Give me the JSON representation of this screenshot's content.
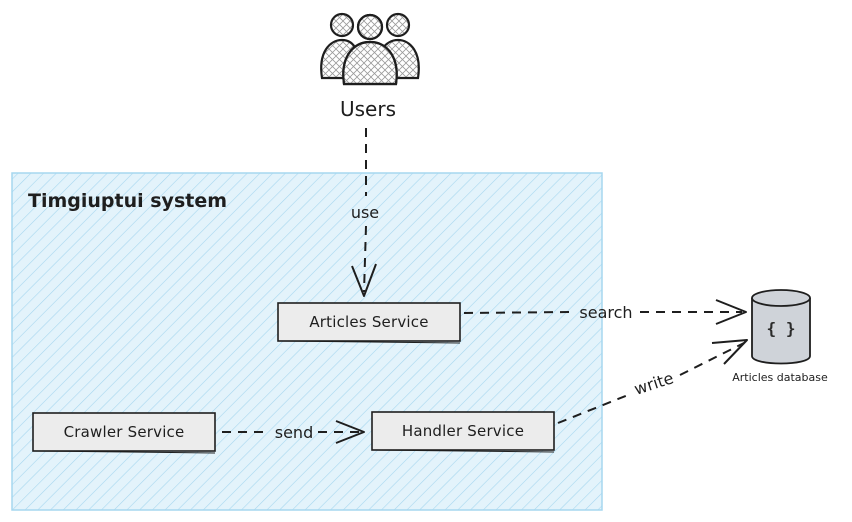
{
  "actor": {
    "label": "Users",
    "icon": "users-icon"
  },
  "boundary": {
    "label": "Timgiuptui system"
  },
  "services": {
    "articles": "Articles Service",
    "crawler": "Crawler Service",
    "handler": "Handler Service"
  },
  "database": {
    "label": "Articles database",
    "glyph": "{ }",
    "icon": "database-icon"
  },
  "edges": {
    "use": "use",
    "search": "search",
    "send": "send",
    "write": "write"
  },
  "colors": {
    "boundary_fill": "#e3f3fb",
    "boundary_hatch": "#a6d7ef",
    "box_fill": "#ececec",
    "database_fill": "#cfd3d9",
    "stroke": "#1e1e1e"
  }
}
